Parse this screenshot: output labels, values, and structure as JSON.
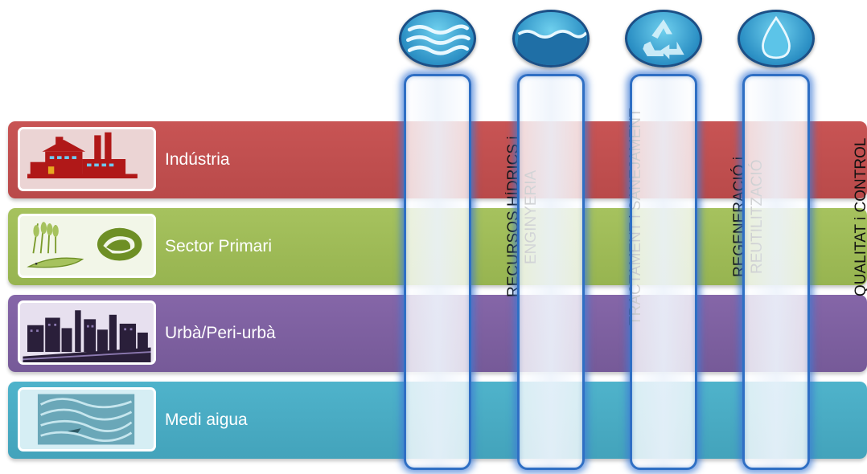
{
  "sectors": [
    {
      "label": "Indústria",
      "color": "#c05050",
      "icon": "factory-icon"
    },
    {
      "label": "Sector Primari",
      "color": "#9fbc58",
      "icon": "agriculture-livestock-fishing-icon"
    },
    {
      "label": "Urbà/Peri-urbà",
      "color": "#7e61a0",
      "icon": "city-skyline-icon"
    },
    {
      "label": "Medi aigua",
      "color": "#49acc4",
      "icon": "aquatic-environment-icon"
    }
  ],
  "processes": [
    {
      "label": "RECURSOS HÍDRICS i\nENGINYERIA",
      "icon": "water-waves-icon"
    },
    {
      "label": "TRACTAMENT i SANEJAMENT",
      "icon": "water-surface-icon"
    },
    {
      "label": "REGENERACIÓ i\nREUTILITZACIÓ",
      "icon": "recycle-icon"
    },
    {
      "label": "QUALITAT i CONTROL",
      "icon": "water-drop-icon"
    }
  ],
  "colors": {
    "column_border": "#2f6fc4",
    "oval_fill": "#2b8fc4"
  }
}
